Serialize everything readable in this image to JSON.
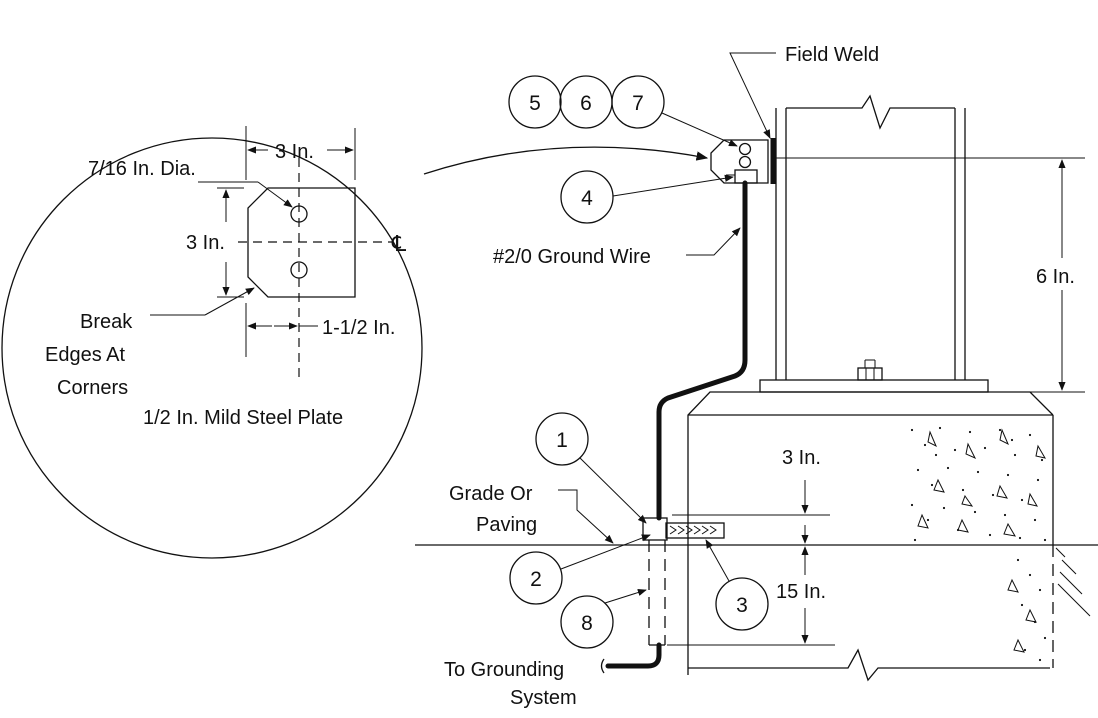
{
  "callouts": {
    "c1": "1",
    "c2": "2",
    "c3": "3",
    "c4": "4",
    "c5": "5",
    "c6": "6",
    "c7": "7",
    "c8": "8"
  },
  "labels": {
    "field_weld": "Field Weld",
    "ground_wire": "#2/0 Ground Wire",
    "six_in": "6 In.",
    "three_in_top": "3 In.",
    "fifteen_in": "15 In.",
    "grade_line1": "Grade Or",
    "grade_line2": "Paving",
    "to_grounding_line1": "To Grounding",
    "to_grounding_line2": "System"
  },
  "detail": {
    "width_dim": "3 In.",
    "hole_dia": "7/16 In. Dia.",
    "height_dim": "3 In.",
    "centerline": "℄",
    "offset_dim": "1-1/2 In.",
    "break_line1": "Break",
    "break_line2": "Edges At",
    "break_line3": "Corners",
    "material": "1/2 In. Mild Steel Plate"
  }
}
